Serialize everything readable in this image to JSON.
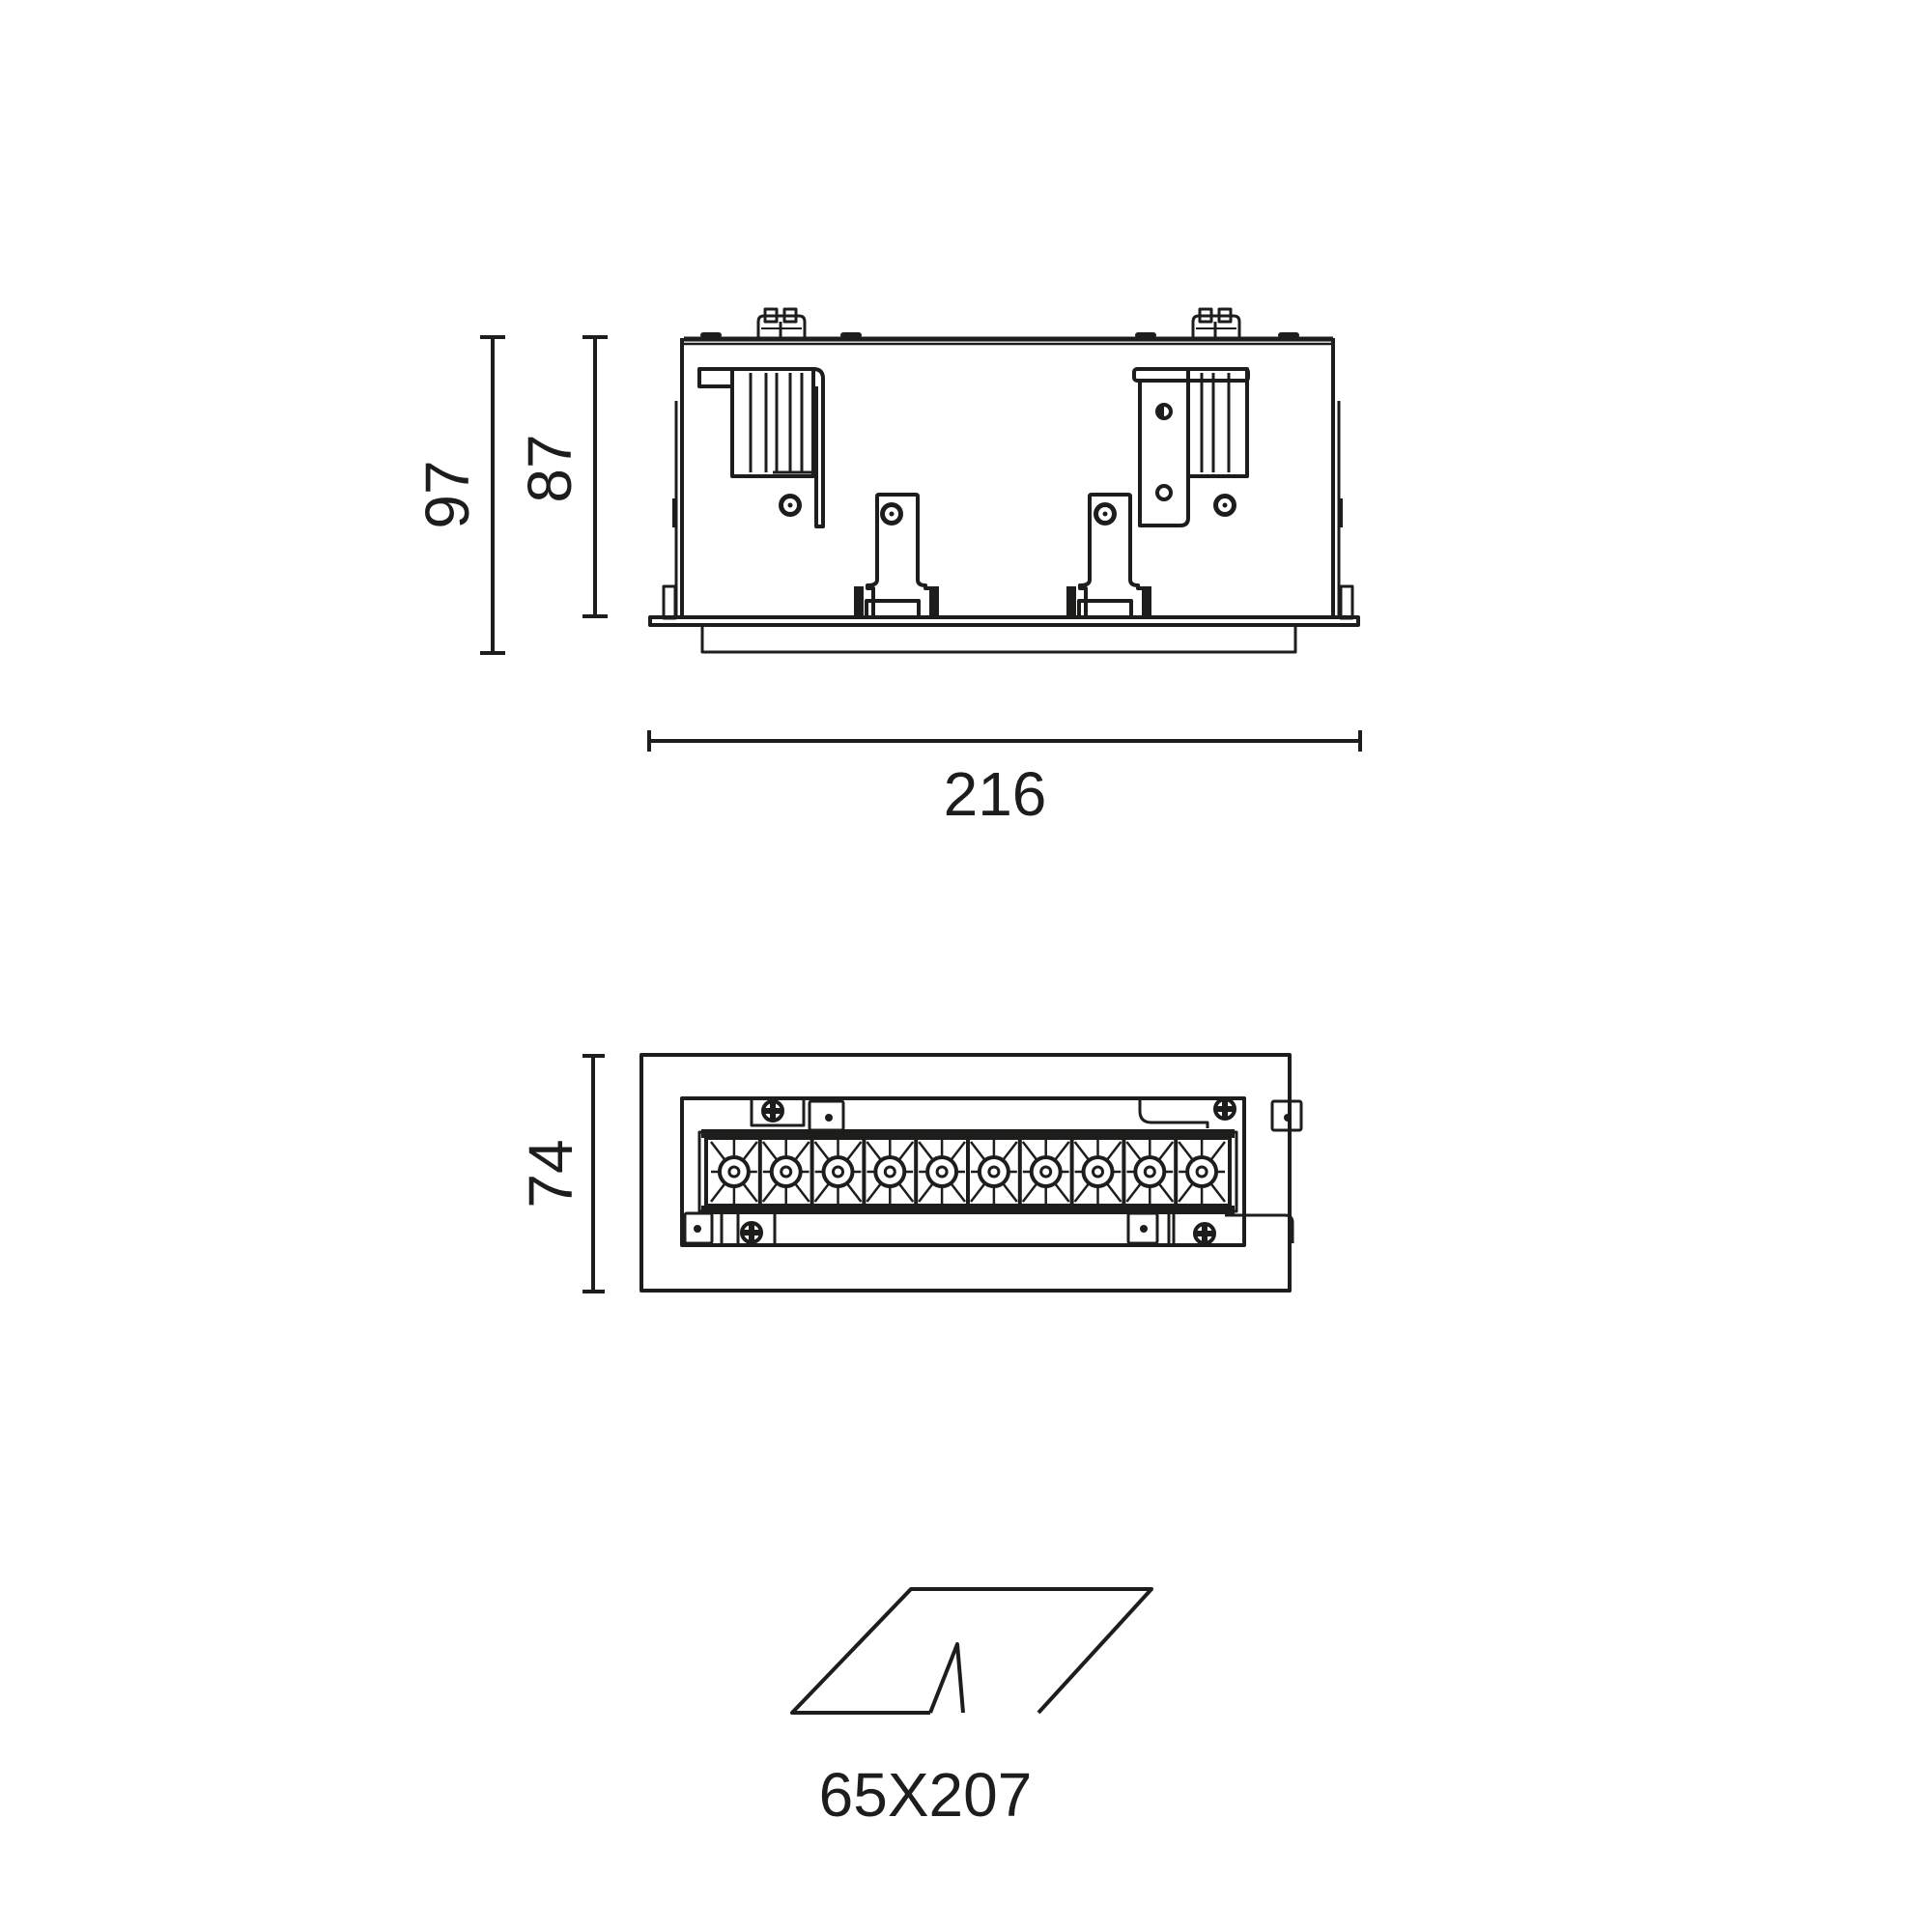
{
  "drawing": {
    "type": "technical-dimension-drawing",
    "units": "mm",
    "colors": {
      "line": "#1d1d1b",
      "background": "#ffffff"
    }
  },
  "side_view": {
    "dimensions": {
      "overall_height": "97",
      "body_height": "87",
      "overall_width": "216"
    }
  },
  "front_view": {
    "led_count": 10,
    "dimensions": {
      "height": "74"
    }
  },
  "cutout": {
    "icon": "ceiling-cutout-icon",
    "label": "65X207"
  }
}
